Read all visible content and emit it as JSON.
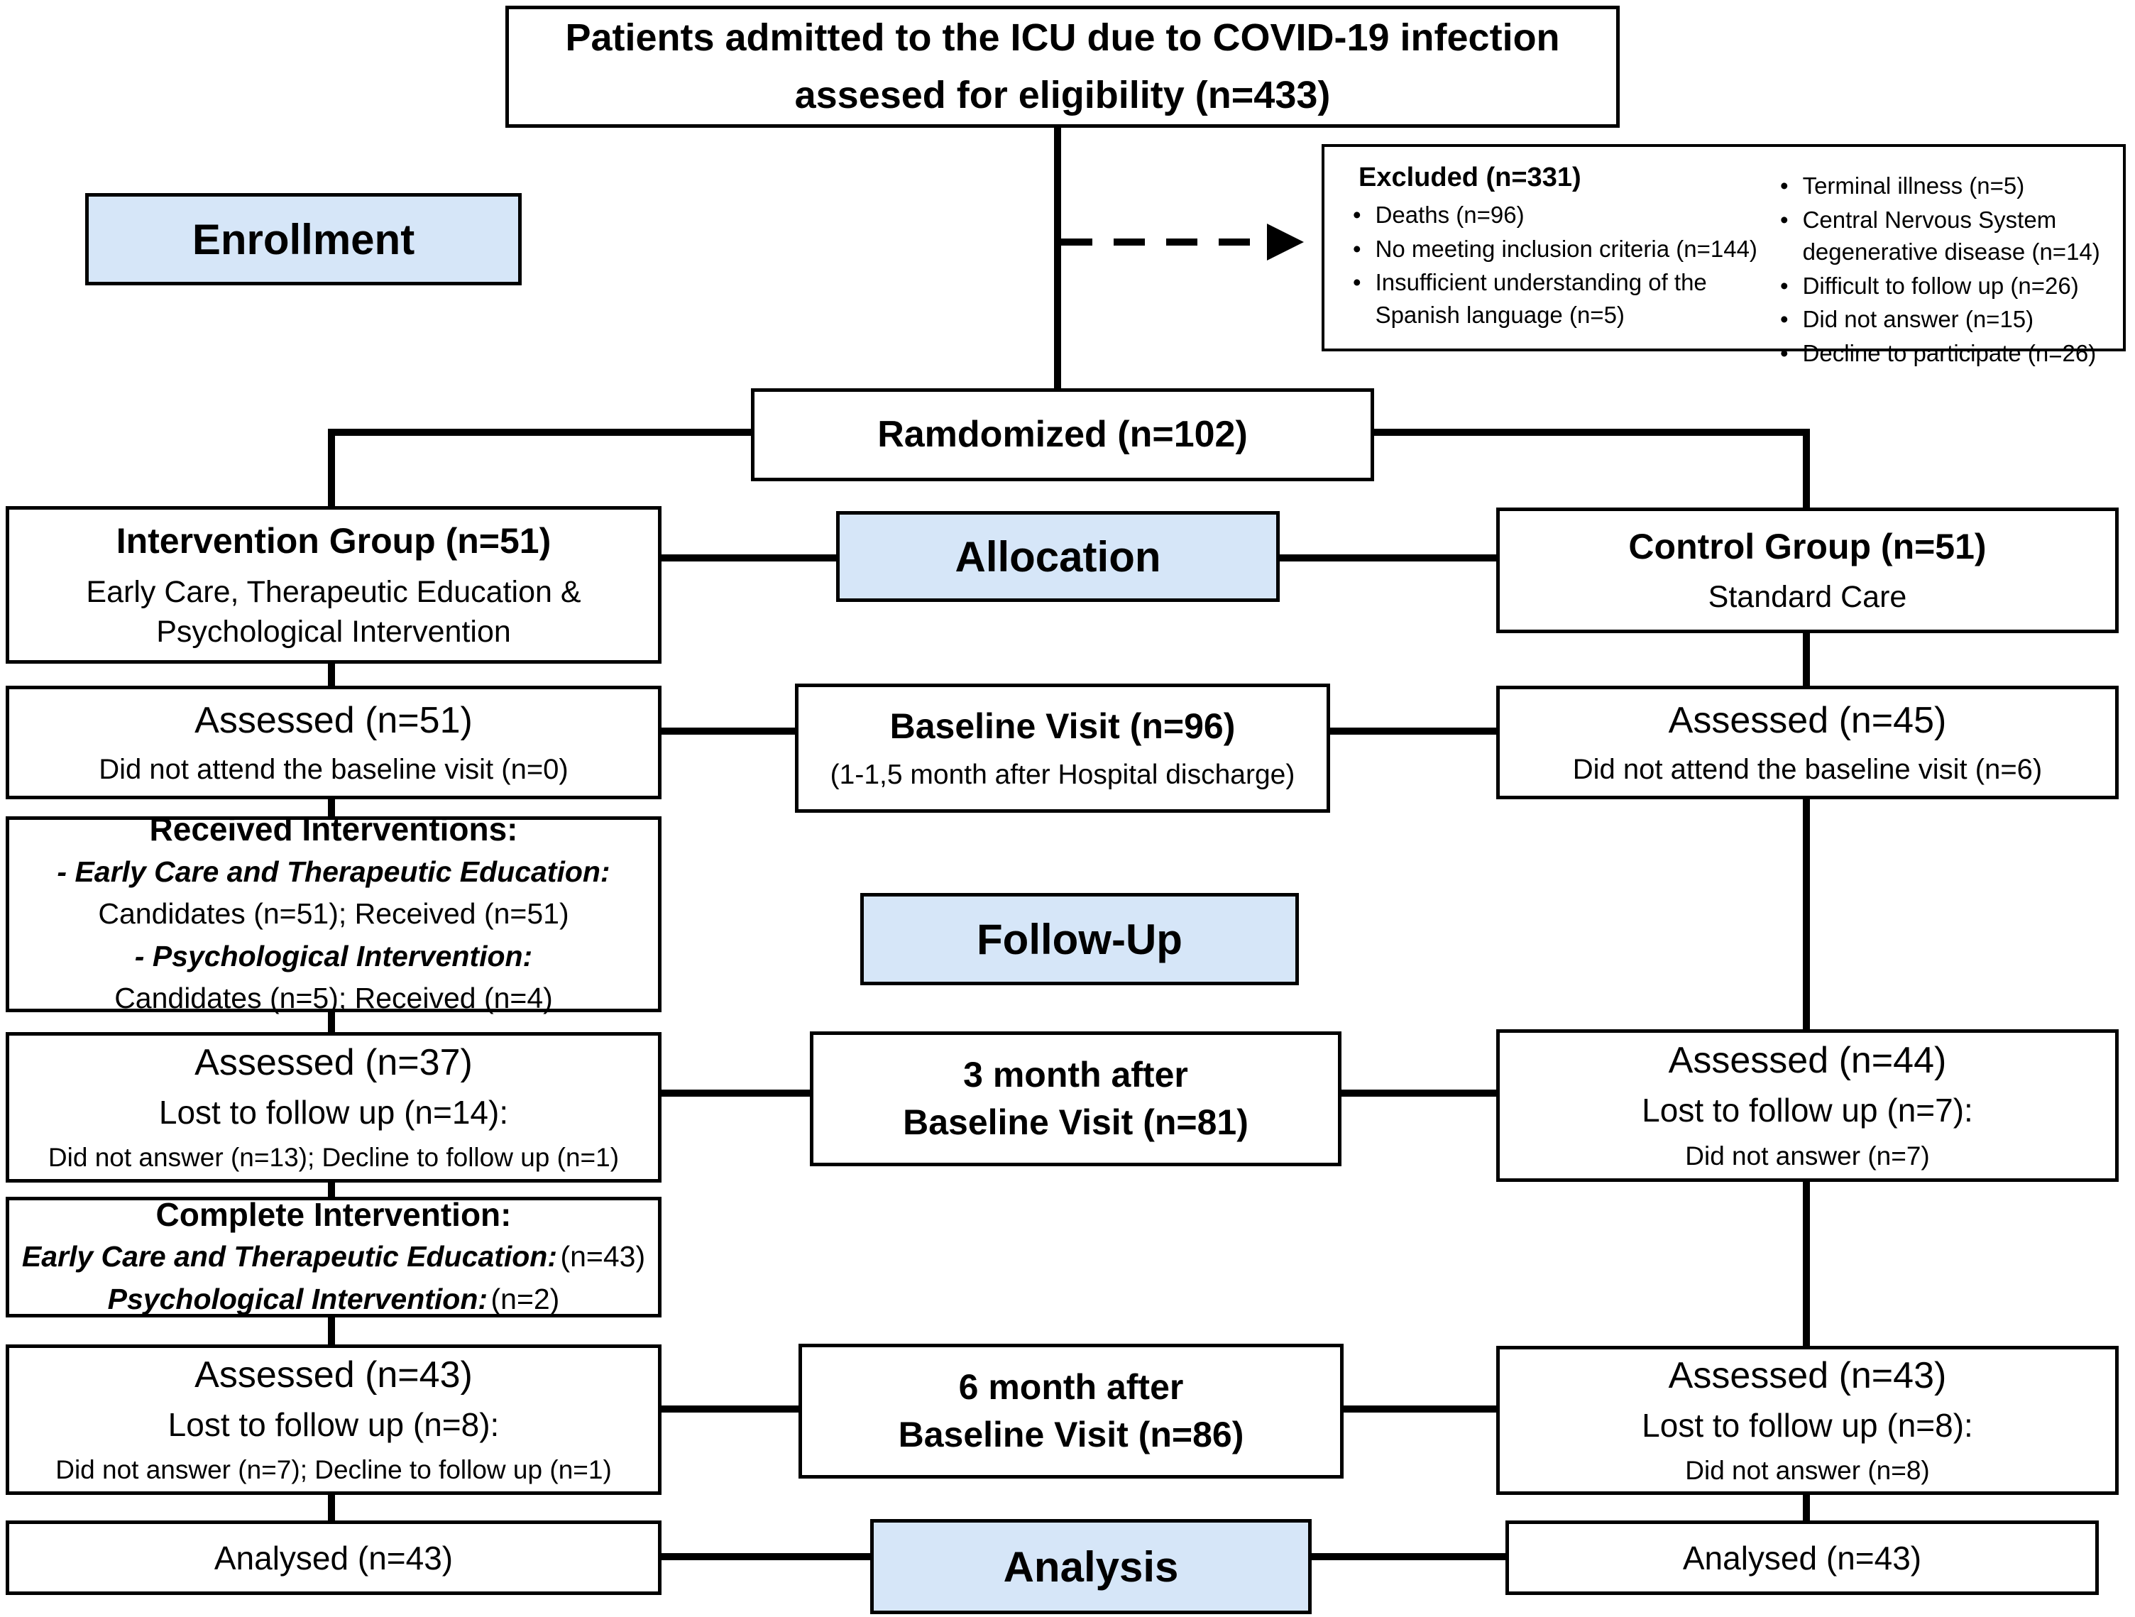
{
  "title_box": {
    "text": "Patients admitted to the ICU due to COVID-19 infection assesed for eligibility (n=433)"
  },
  "stage_labels": {
    "enrollment": "Enrollment",
    "allocation": "Allocation",
    "follow_up": "Follow-Up",
    "analysis": "Analysis"
  },
  "excluded": {
    "heading": "Excluded (n=331)",
    "col1": [
      "Deaths (n=96)",
      "No meeting inclusion criteria (n=144)",
      "Insufficient understanding of the Spanish language (n=5)"
    ],
    "col2": [
      "Terminal illness (n=5)",
      "Central Nervous System degenerative disease (n=14)",
      "Difficult to follow up (n=26)",
      "Did not answer (n=15)",
      "Decline to participate (n=26)"
    ]
  },
  "randomized": {
    "text": "Ramdomized (n=102)"
  },
  "intervention_group": {
    "title": "Intervention Group (n=51)",
    "subtitle": "Early Care, Therapeutic Education & Psychological Intervention"
  },
  "control_group": {
    "title": "Control Group (n=51)",
    "subtitle": "Standard Care"
  },
  "assessed_baseline_left": {
    "title": "Assessed (n=51)",
    "subtitle": "Did not attend the baseline visit (n=0)"
  },
  "baseline": {
    "line1": "Baseline Visit (n=96)",
    "line2": "(1-1,5 month after Hospital discharge)"
  },
  "assessed_baseline_right": {
    "title": "Assessed (n=45)",
    "subtitle": "Did not attend the baseline visit (n=6)"
  },
  "received_interventions": {
    "heading": "Received Interventions:",
    "item1_label": "- Early Care and Therapeutic Education:",
    "item1_value": "Candidates (n=51); Received (n=51)",
    "item2_label": "- Psychological Intervention:",
    "item2_value": "Candidates (n=5); Received (n=4)"
  },
  "assessed_3m_left": {
    "title": "Assessed (n=37)",
    "line2": "Lost to follow up (n=14):",
    "line3": "Did not answer (n=13); Decline to follow up (n=1)"
  },
  "month3": {
    "line1": "3 month after",
    "line2": "Baseline Visit (n=81)"
  },
  "assessed_3m_right": {
    "title": "Assessed (n=44)",
    "line2": "Lost to follow up (n=7):",
    "line3": "Did not answer (n=7)"
  },
  "complete_intervention": {
    "heading": "Complete Intervention:",
    "item1_label": "Early Care and Therapeutic Education:",
    "item1_value": "(n=43)",
    "item2_label": "Psychological Intervention:",
    "item2_value": "(n=2)"
  },
  "assessed_6m_left": {
    "title": "Assessed (n=43)",
    "line2": "Lost to follow up (n=8):",
    "line3": "Did not answer (n=7); Decline to follow up (n=1)"
  },
  "month6": {
    "line1": "6 month after",
    "line2": "Baseline Visit  (n=86)"
  },
  "assessed_6m_right": {
    "title": "Assessed (n=43)",
    "line2": "Lost to follow up (n=8):",
    "line3": "Did not answer (n=8)"
  },
  "analysed_left": {
    "text": "Analysed (n=43)"
  },
  "analysed_right": {
    "text": "Analysed (n=43)"
  },
  "colors": {
    "stage_fill": "#d6e6f8",
    "box_border": "#000000",
    "line": "#000000",
    "background": "#ffffff"
  }
}
